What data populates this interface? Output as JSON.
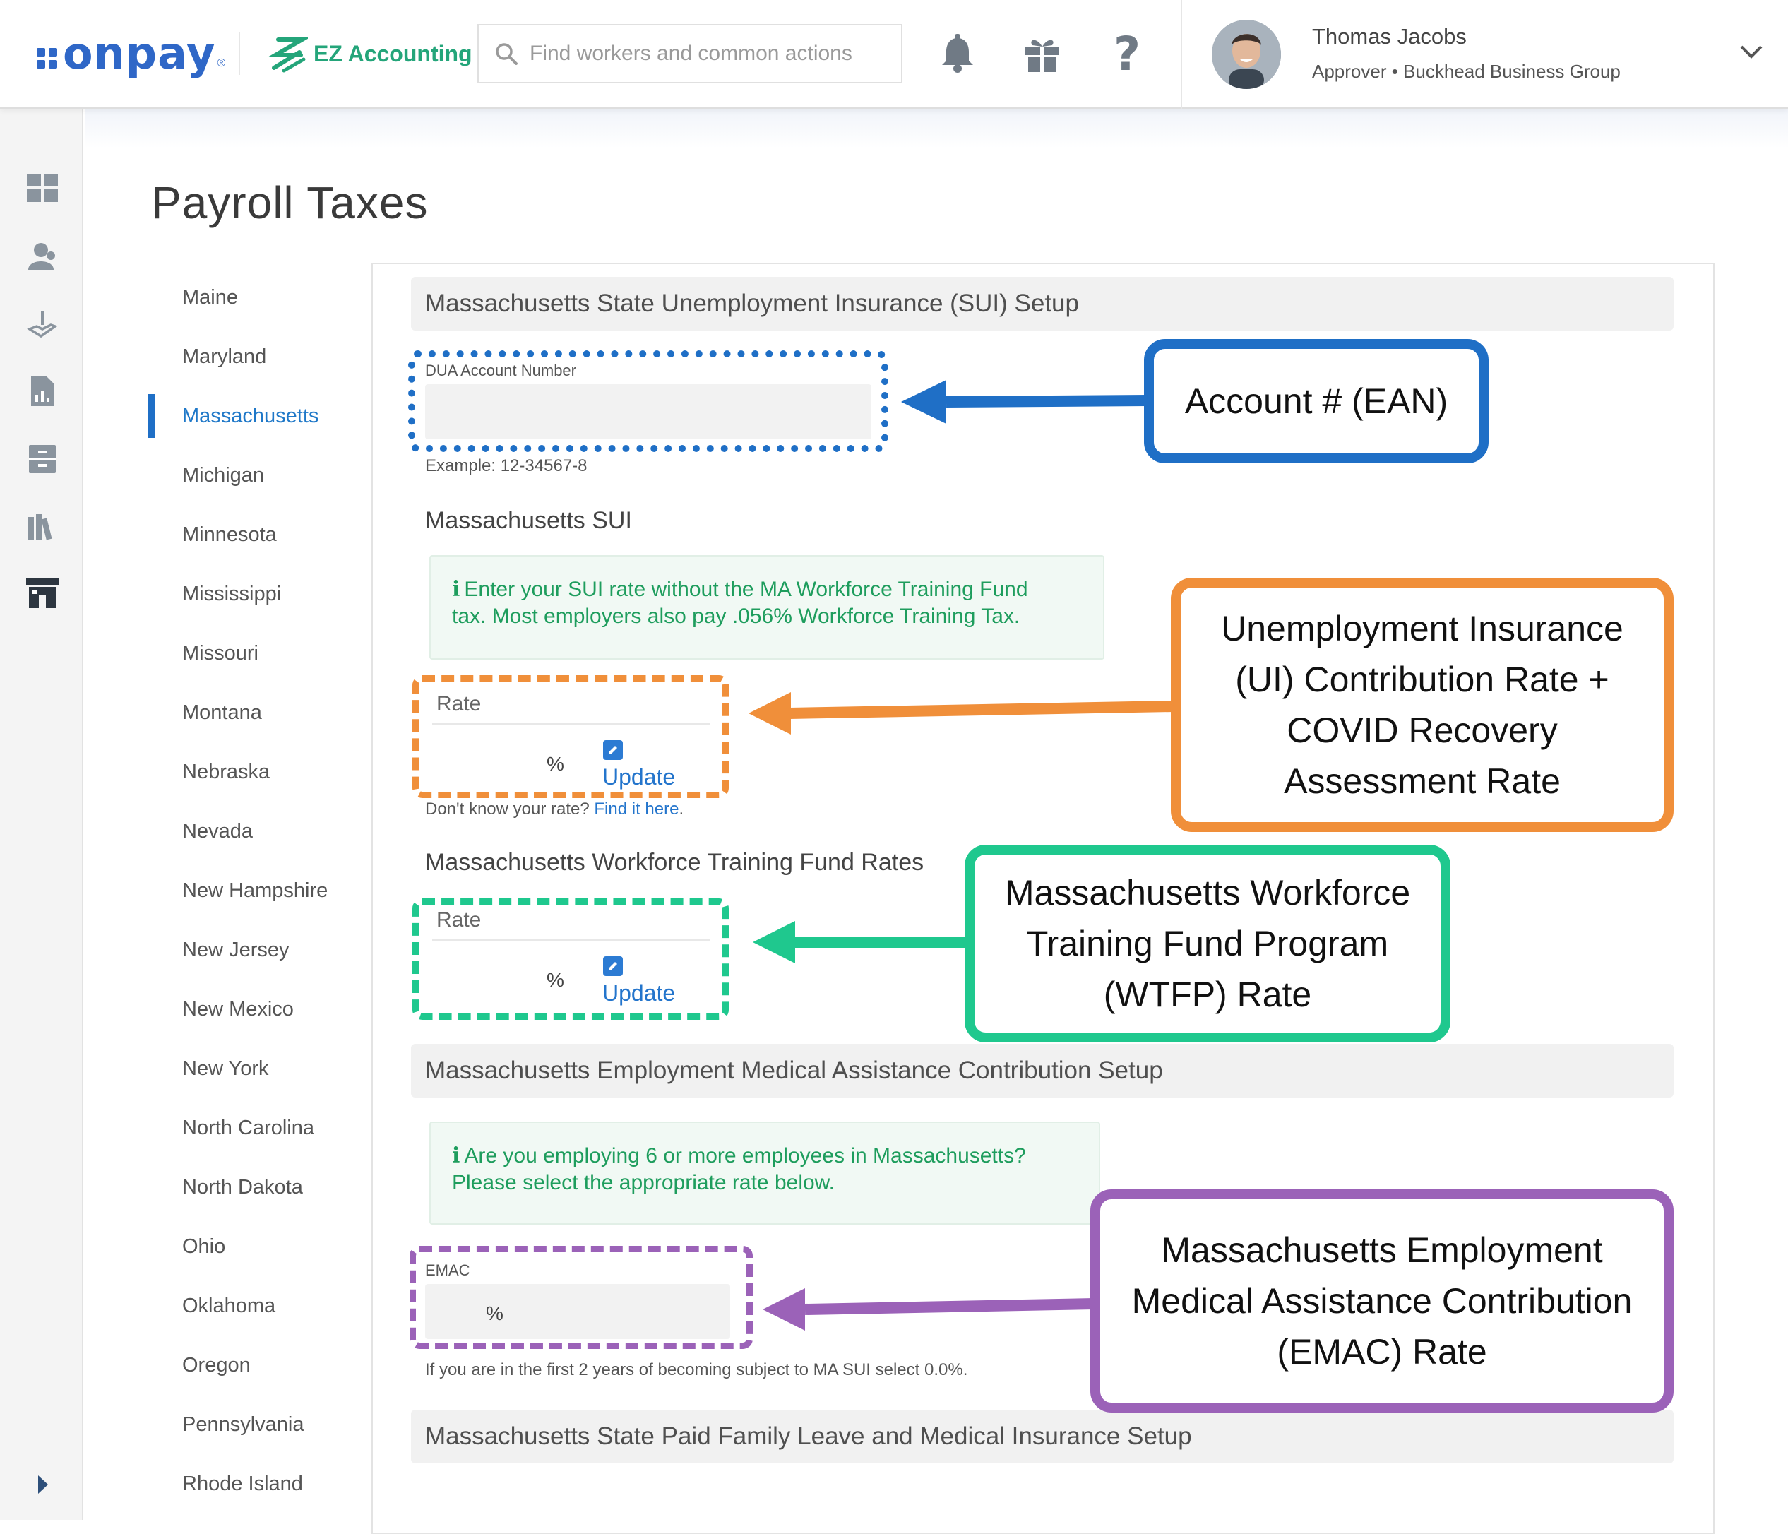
{
  "header": {
    "logo_text": "onpay",
    "logo_reg": "®",
    "ez_label": "EZ Accounting",
    "search_placeholder": "Find workers and common actions",
    "user_name": "Thomas Jacobs",
    "user_role": "Approver • Buckhead Business Group"
  },
  "page_title": "Payroll Taxes",
  "states": [
    "Maine",
    "Maryland",
    "Massachusetts",
    "Michigan",
    "Minnesota",
    "Mississippi",
    "Missouri",
    "Montana",
    "Nebraska",
    "Nevada",
    "New Hampshire",
    "New Jersey",
    "New Mexico",
    "New York",
    "North Carolina",
    "North Dakota",
    "Ohio",
    "Oklahoma",
    "Oregon",
    "Pennsylvania",
    "Rhode Island"
  ],
  "selected_state": "Massachusetts",
  "sui_setup": {
    "title": "Massachusetts State Unemployment Insurance (SUI) Setup",
    "dua_label": "DUA Account Number",
    "dua_value": "",
    "dua_example": "Example: 12-34567-8",
    "sui_heading": "Massachusetts SUI",
    "info_line1": "Enter your SUI rate without the MA Workforce Training Fund",
    "info_line2": "tax. Most employers also pay .056% Workforce Training Tax.",
    "rate_label": "Rate",
    "rate_unit": "%",
    "update_label": "Update",
    "dont_know_prefix": "Don't know your rate?",
    "find_it_link": "Find it here",
    "dont_know_suffix": "."
  },
  "wtf": {
    "heading": "Massachusetts Workforce Training Fund Rates",
    "rate_label": "Rate",
    "rate_unit": "%",
    "update_label": "Update"
  },
  "emac_setup": {
    "title": "Massachusetts Employment Medical Assistance Contribution Setup",
    "info_line1": "Are you employing 6 or more employees in Massachusetts?",
    "info_line2": "Please select the appropriate rate below.",
    "emac_label": "EMAC",
    "emac_unit": "%",
    "helper": "If you are in the first 2 years of becoming subject to MA SUI select 0.0%."
  },
  "pfml_setup": {
    "title": "Massachusetts State Paid Family Leave and Medical Insurance Setup"
  },
  "annotations": {
    "account": "Account # (EAN)",
    "ui_rate": "Unemployment Insurance\n(UI) Contribution Rate +\nCOVID Recovery\nAssessment Rate",
    "wtfp": "Massachusetts Workforce\nTraining Fund Program\n(WTFP) Rate",
    "emac": "Massachusetts Employment\nMedical Assistance Contribution\n(EMAC) Rate"
  },
  "colors": {
    "brand_blue": "#2f67c7",
    "ez_green": "#24a57a",
    "annotation_blue": "#1f6fc6",
    "annotation_orange": "#f08f3a",
    "annotation_green": "#1fc88e",
    "annotation_purple": "#9b62b8"
  }
}
